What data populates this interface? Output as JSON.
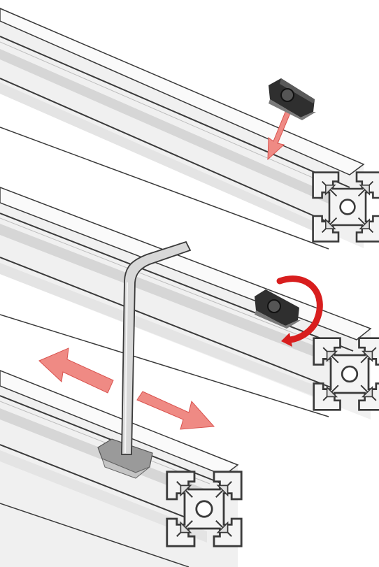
{
  "figure": {
    "background": "#ffffff",
    "colors": {
      "profile_face": "#f0f0f0",
      "profile_light": "#fafafa",
      "profile_shade": "#d6d6d6",
      "profile_edge": "#3a3a3a",
      "arrow_fill": "#ef8a84",
      "arrow_edge": "#d9534f",
      "rotate_arrow": "#d81e1e",
      "nut_dark": "#2f2f2f",
      "key_fill": "#d8d8d8"
    },
    "profiles": [
      {
        "name": "top-profile",
        "step": "insert-nut"
      },
      {
        "name": "middle-profile",
        "step": "rotate-nut"
      },
      {
        "name": "bottom-profile",
        "step": "slide-nut"
      }
    ],
    "icons": [
      "t-slot-nut",
      "hex-key",
      "insert-arrow",
      "rotate-arrow",
      "slide-arrow-left",
      "slide-arrow-right"
    ]
  }
}
